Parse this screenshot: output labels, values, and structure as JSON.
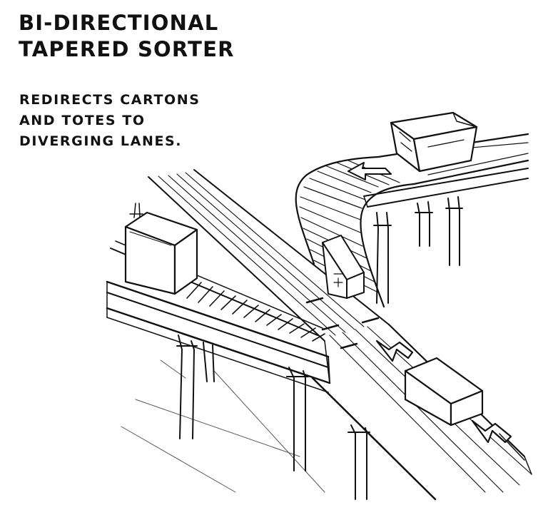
{
  "heading": {
    "line1": "BI-DIRECTIONAL",
    "line2": "TAPERED SORTER"
  },
  "caption": {
    "line1": "REDIRECTS CARTONS",
    "line2": "AND TOTES TO",
    "line3": "DIVERGING LANES."
  },
  "illustration": {
    "style": "black-ink line drawing",
    "ink_color": "#111111",
    "background": "#ffffff"
  }
}
